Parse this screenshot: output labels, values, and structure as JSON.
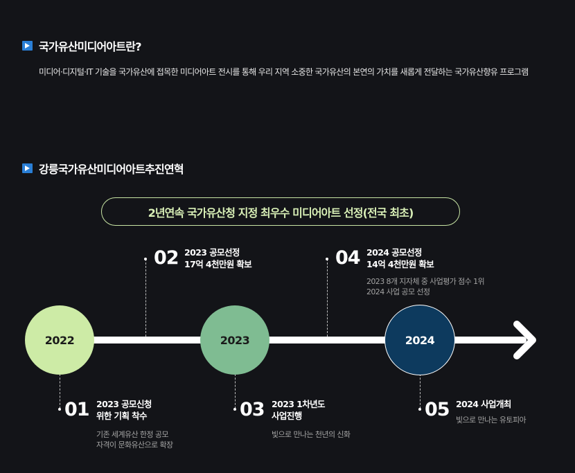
{
  "intro": {
    "title": "국가유산미디어아트란?",
    "description": "미디어·디지털·IT 기술을 국가유산에 접목한 미디어아트 전시를 통해 우리 지역 소중한 국가유산의 본연의 가치를 새롭게 전달하는 국가유산향유 프로그램"
  },
  "progress": {
    "title": "강릉국가유산미디어아트추진연혁",
    "highlight": "2년연속 국가유산청 지정 최우수 미디어아트 선정(전국 최초)"
  },
  "timeline": {
    "years": [
      {
        "label": "2022",
        "color": "#cdeba6",
        "text_color": "#1a1a1a"
      },
      {
        "label": "2023",
        "color": "#7fbc92",
        "text_color": "#1a1a1a"
      },
      {
        "label": "2024",
        "color": "#0d3a5e",
        "text_color": "#ffffff"
      }
    ],
    "steps": [
      {
        "num": "01",
        "title": "2023 공모신청\n위한 기획 착수",
        "desc": "기존 세계유산 한정 공모\n자격이 문화유산으로 확장"
      },
      {
        "num": "02",
        "title": "2023 공모선정\n17억 4천만원 확보",
        "desc": ""
      },
      {
        "num": "03",
        "title": "2023 1차년도\n사업진행",
        "desc": "빛으로 만나는 천년의 신화"
      },
      {
        "num": "04",
        "title": "2024 공모선정\n14억 4천만원 확보",
        "desc": "2023 8개 지자체 중 사업평가 점수 1위\n2024 사업 공모 선정"
      },
      {
        "num": "05",
        "title": "2024 사업개최",
        "desc": "빛으로 만나는 유토피아"
      }
    ]
  },
  "colors": {
    "background": "#131418",
    "accent_blue": "#2a7fd6",
    "pill_border": "#c9e6a5"
  }
}
